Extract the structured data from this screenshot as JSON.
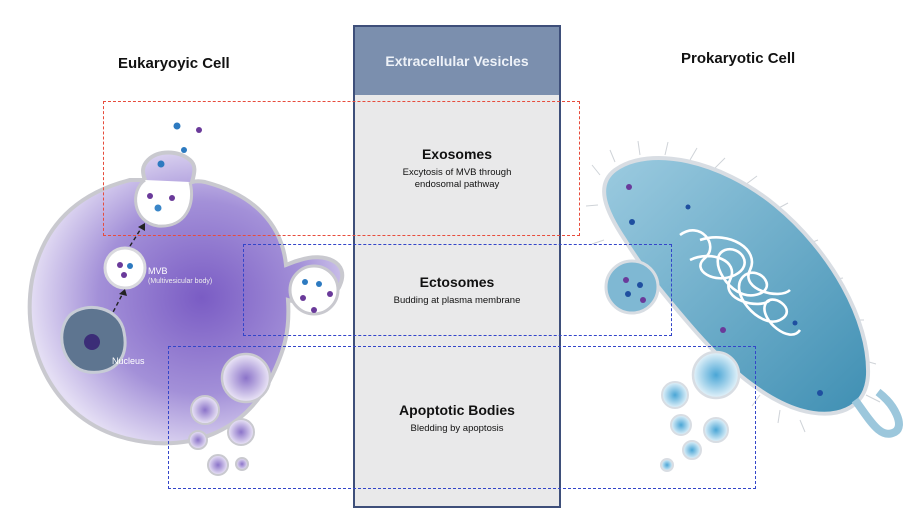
{
  "titles": {
    "eukaryotic": "Eukaryoyic Cell",
    "prokaryotic": "Prokaryotic Cell"
  },
  "center": {
    "header": "Extracellular Vesicles"
  },
  "vesicles": [
    {
      "name": "Exosomes",
      "description_line1": "Excytosis of MVB through",
      "description_line2": "endosomal pathway"
    },
    {
      "name": "Ectosomes",
      "description_line1": "Budding at plasma membrane",
      "description_line2": ""
    },
    {
      "name": "Apoptotic Bodies",
      "description_line1": "Bledding by apoptosis",
      "description_line2": ""
    }
  ],
  "labels": {
    "mvb": "MVB",
    "mvb_full": "(Multivesicular body)",
    "nucleus": "Nucleus"
  },
  "colors": {
    "header_fill": "#7b8fae",
    "column_border": "#3e4f7a",
    "column_fill": "#e9e9ea",
    "exosome_box": "#e74c3c",
    "ectosome_box": "#3345c9",
    "euk_cell": "#8c74c8",
    "pro_cell": "#5fa8c8"
  }
}
